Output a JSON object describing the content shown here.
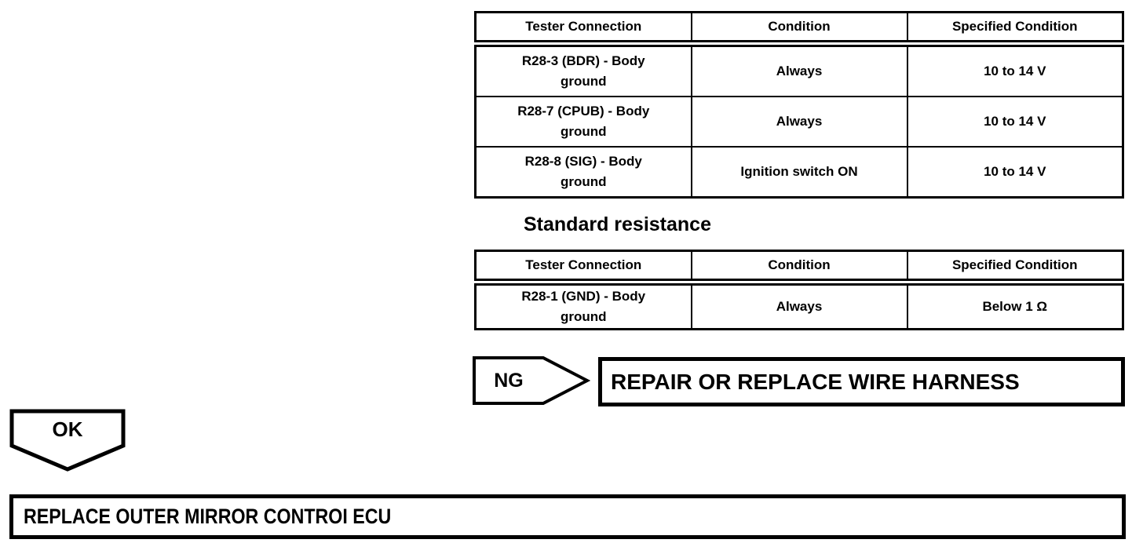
{
  "page": {
    "background_color": "#ffffff",
    "line_color": "#000000"
  },
  "voltage_table": {
    "headers": [
      "Tester Connection",
      "Condition",
      "Specified Condition"
    ],
    "rows": [
      {
        "tester_connection": "R28-3 (BDR) - Body\nground",
        "condition": "Always",
        "specified_condition": "10 to 14 V"
      },
      {
        "tester_connection": "R28-7 (CPUB) - Body\nground",
        "condition": "Always",
        "specified_condition": "10 to 14 V"
      },
      {
        "tester_connection": "R28-8 (SIG) - Body\nground",
        "condition": "Ignition switch ON",
        "specified_condition": "10 to 14 V"
      }
    ]
  },
  "resistance_section": {
    "heading": "Standard resistance",
    "table": {
      "headers": [
        "Tester Connection",
        "Condition",
        "Specified Condition"
      ],
      "rows": [
        {
          "tester_connection": "R28-1 (GND) - Body\nground",
          "condition": "Always",
          "specified_condition": "Below 1 Ω"
        }
      ]
    }
  },
  "flowchart": {
    "ng_label": "NG",
    "ng_action": "REPAIR OR REPLACE WIRE HARNESS",
    "ok_label": "OK",
    "ok_action": "REPLACE OUTER MIRROR CONTROI ECU"
  }
}
